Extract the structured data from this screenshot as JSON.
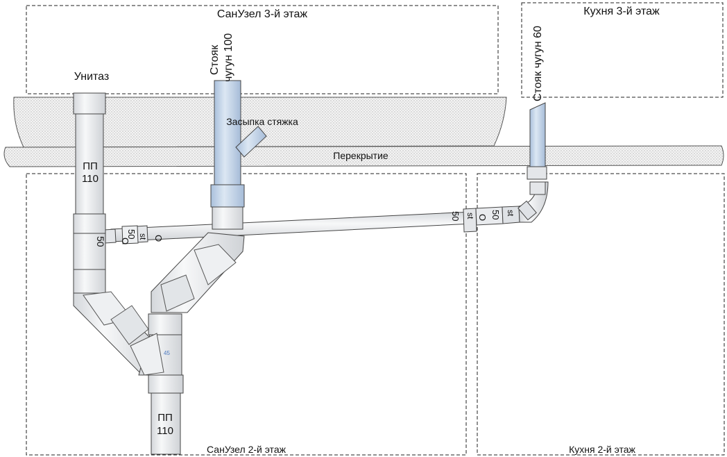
{
  "rooms": {
    "bathroom_3": "СанУзел  3-й этаж",
    "kitchen_3": "Кухня  3-й этаж",
    "bathroom_2": "СанУзел  2-й этаж",
    "kitchen_2": "Кухня  2-й этаж"
  },
  "labels": {
    "toilet": "Унитаз",
    "riser_main_1": "Стояк",
    "riser_main_2": "чугун 100",
    "riser_kitchen": "Стояк чугун 60",
    "screed": "Засыпка стяжка",
    "slab": "Перекрытие",
    "pp_top_1": "ПП",
    "pp_top_2": "110",
    "pp_bottom_1": "ПП",
    "pp_bottom_2": "110",
    "tee_angle": "45"
  },
  "pipe_marks": {
    "size_left": "50",
    "size_small": "50",
    "st_left": "st",
    "o_left": "O",
    "size_right_1": "50",
    "size_right_2": "50",
    "st_right": "st",
    "o_right": "O"
  },
  "colors": {
    "pipe_pp": "#e6e8eb",
    "pipe_cast_iron": "#b9cde4",
    "fill_dots": "#c9c9c9",
    "stroke": "#333333"
  }
}
